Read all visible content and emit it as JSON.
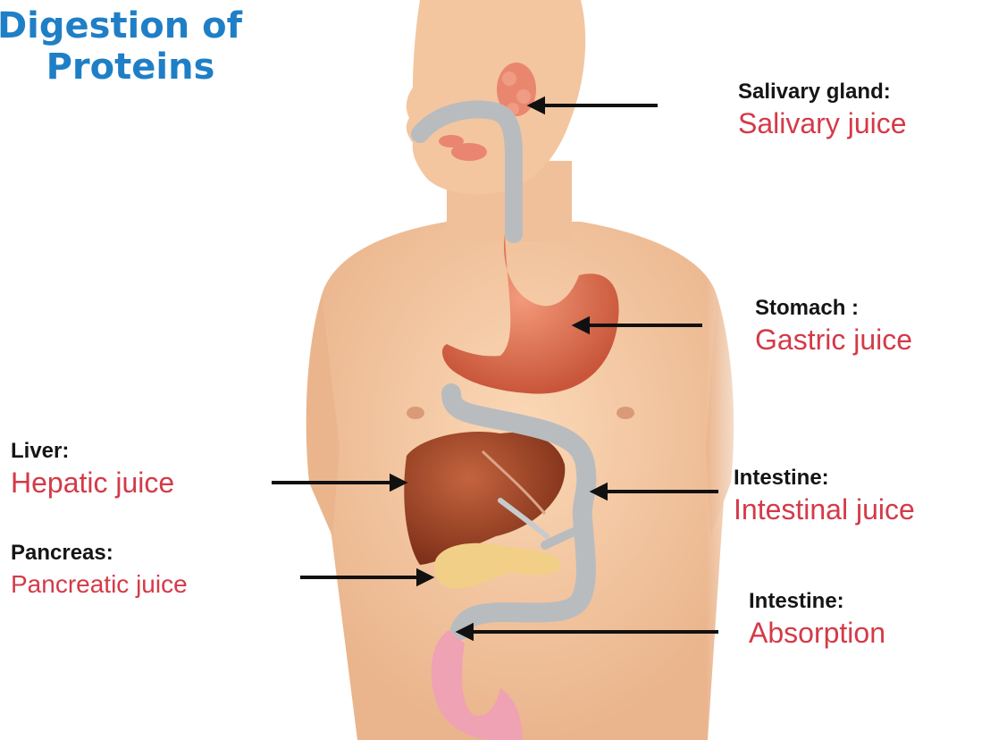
{
  "title": {
    "line1": "Digestion of",
    "line2": "Proteins"
  },
  "labels": {
    "salivary": {
      "heading": "Salivary gland:",
      "juice": "Salivary juice"
    },
    "stomach": {
      "heading": "Stomach :",
      "juice": "Gastric juice"
    },
    "liver": {
      "heading": "Liver:",
      "juice": "Hepatic juice"
    },
    "pancreas": {
      "heading": "Pancreas:",
      "juice": "Pancreatic juice"
    },
    "intestine": {
      "heading": "Intestine:",
      "juice": "Intestinal juice"
    },
    "absorption": {
      "heading": "Intestine:",
      "juice": "Absorption"
    }
  },
  "colors": {
    "title": "#1f7fc6",
    "heading": "#151515",
    "juice": "#d43a48",
    "skin": "#f5c9a4",
    "tract": "#b9bcbf",
    "stomach": "#e07a5c",
    "liver": "#a94a2c",
    "pancreas": "#f2cf86",
    "colon": "#efa2b3",
    "arrow": "#111111"
  }
}
